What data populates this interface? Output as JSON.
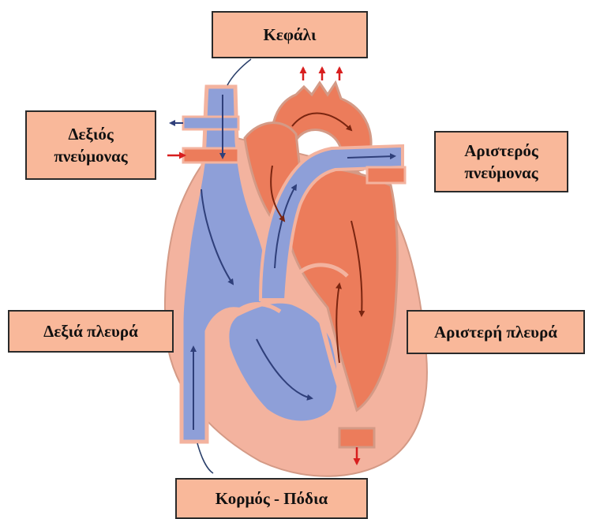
{
  "labels": {
    "head": "Κεφάλι",
    "right_lung_1": "Δεξιός",
    "right_lung_2": "πνεύμονας",
    "left_lung_1": "Αριστερός",
    "left_lung_2": "πνεύμονας",
    "right_side": "Δεξιά πλευρά",
    "left_side": "Αριστερή πλευρά",
    "body_legs": "Κορμός - Πόδια"
  },
  "colors": {
    "label_fill": "#f9b89a",
    "label_border": "#2a2a2a",
    "heart_wall": "#f3b39f",
    "wall_outline": "#d49a86",
    "deoxygenated": "#8e9fd8",
    "oxygenated": "#ec7c5b",
    "flow_arrow_blue": "#2f3f7a",
    "flow_arrow_red": "#7a2510",
    "vessel_arrow": "#d81e1e",
    "guide_line": "#2a3f6a"
  }
}
